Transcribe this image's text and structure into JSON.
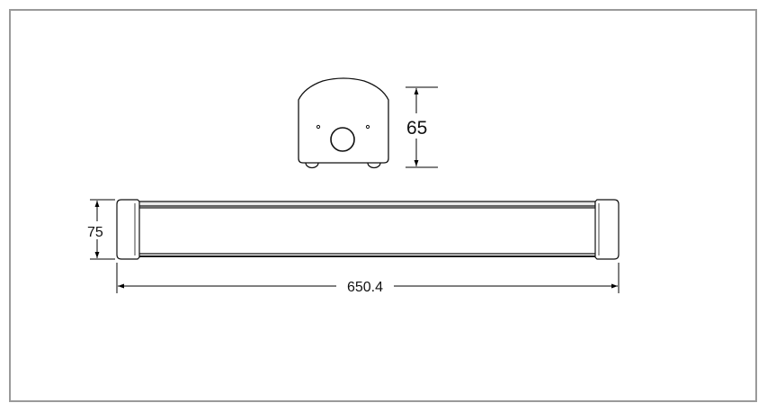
{
  "drawing": {
    "end_view_height": "65",
    "side_view_height": "75",
    "overall_length": "650.4"
  }
}
